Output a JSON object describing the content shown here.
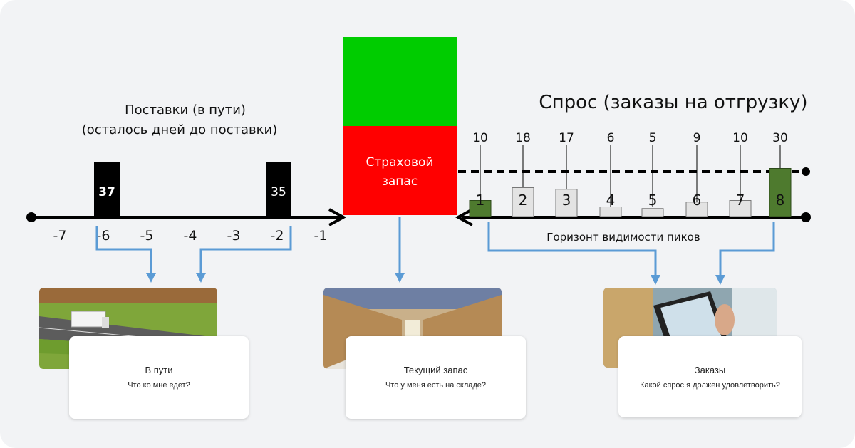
{
  "supplies": {
    "title_line1": "Поставки (в пути)",
    "title_line2": "(осталось дней до поставки)",
    "shipments": [
      {
        "day": -6,
        "label": "37"
      },
      {
        "day": -2,
        "label": "35"
      }
    ],
    "axis_labels": [
      "-7",
      "-6",
      "-5",
      "-4",
      "-3",
      "-2",
      "-1"
    ]
  },
  "stock": {
    "safety_label_line1": "Страховой",
    "safety_label_line2": "запас",
    "colors": {
      "green": "#00cc00",
      "red": "#ff0000"
    }
  },
  "demand": {
    "title": "Спрос (заказы на отгрузку)",
    "horizon_label": "Горизонт видимости пиков",
    "orders": [
      {
        "day": "1",
        "qty": "10",
        "highlight": true
      },
      {
        "day": "2",
        "qty": "18",
        "highlight": false
      },
      {
        "day": "3",
        "qty": "17",
        "highlight": false
      },
      {
        "day": "4",
        "qty": "6",
        "highlight": false
      },
      {
        "day": "5",
        "qty": "5",
        "highlight": false
      },
      {
        "day": "6",
        "qty": "9",
        "highlight": false
      },
      {
        "day": "7",
        "qty": "10",
        "highlight": false
      },
      {
        "day": "8",
        "qty": "30",
        "highlight": true
      }
    ]
  },
  "cards": {
    "transit": {
      "title": "В пути",
      "subtitle": "Что ко мне едет?"
    },
    "current": {
      "title": "Текущий запас",
      "subtitle": "Что у меня есть на складе?"
    },
    "orders": {
      "title": "Заказы",
      "subtitle": "Какой спрос я должен удовлетворить?"
    }
  }
}
